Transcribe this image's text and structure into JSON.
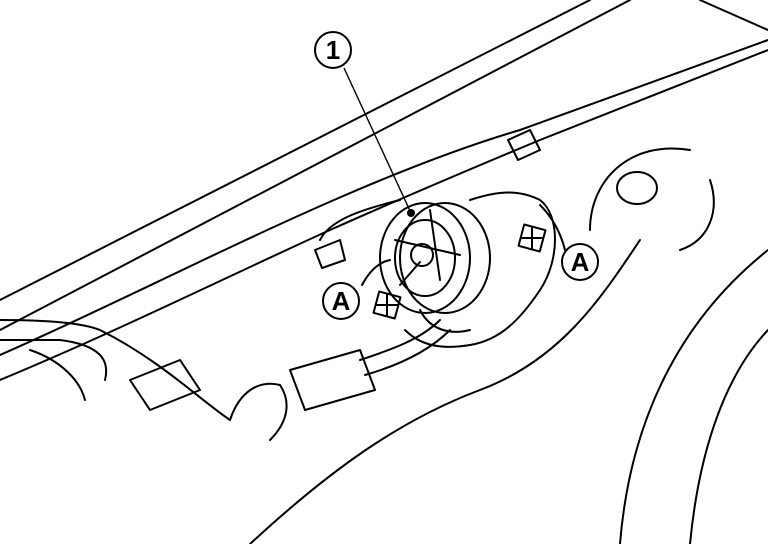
{
  "callouts": {
    "part_1": "1",
    "clip_a_left": "A",
    "clip_a_right": "A"
  },
  "colors": {
    "line": "#000000",
    "background": "#ffffff"
  }
}
